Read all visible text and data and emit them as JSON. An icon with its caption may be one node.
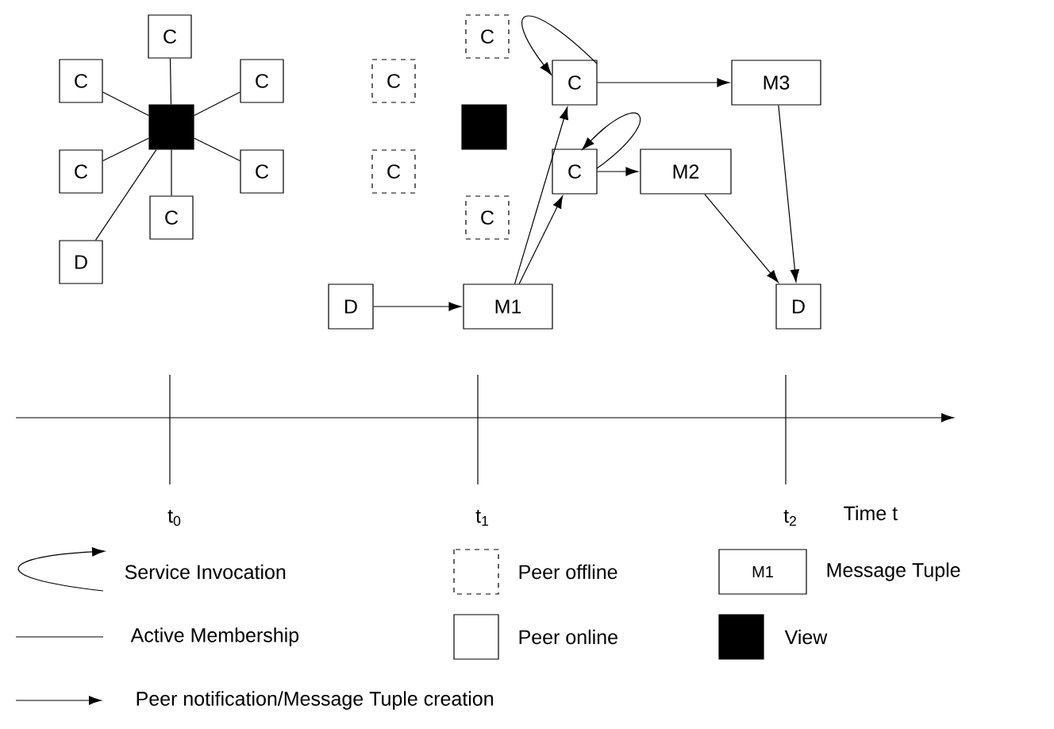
{
  "diagram": {
    "nodes": [
      {
        "text": [
          "C"
        ]
      },
      {
        "text": [
          "C"
        ]
      },
      {
        "text": [
          "C"
        ]
      },
      {
        "text": [],
        "shape": "box"
      },
      {
        "text": [
          "C"
        ]
      },
      {
        "text": [
          "C"
        ]
      },
      {
        "text": [
          "C"
        ]
      },
      {
        "text": [
          "D"
        ]
      },
      {
        "text": [
          "C"
        ]
      },
      {
        "text": [
          "C"
        ]
      },
      {
        "text": [
          "C"
        ]
      },
      {
        "text": [
          "M3"
        ]
      },
      {
        "text": [],
        "shape": "box"
      },
      {
        "text": [
          "C"
        ]
      },
      {
        "text": [
          "C"
        ]
      },
      {
        "text": [
          "M2"
        ]
      },
      {
        "text": [
          "C"
        ]
      },
      {
        "text": [
          "D"
        ]
      },
      {
        "text": [
          "M1"
        ]
      },
      {
        "text": [
          "D"
        ]
      }
    ],
    "edges": [
      {
        "from": 3,
        "to": 0,
        "arrow": "none"
      },
      {
        "from": 3,
        "to": 1,
        "arrow": "none"
      },
      {
        "from": 3,
        "to": 2,
        "arrow": "none"
      },
      {
        "from": 3,
        "to": 4,
        "arrow": "none"
      },
      {
        "from": 3,
        "to": 5,
        "arrow": "none"
      },
      {
        "from": 3,
        "to": 6,
        "arrow": "none"
      },
      {
        "from": 3,
        "to": 7,
        "arrow": "none"
      },
      {
        "from": 10,
        "to": 10,
        "arrow": "to"
      },
      {
        "from": 10,
        "to": 11,
        "arrow": "to"
      },
      {
        "from": 14,
        "to": 14,
        "arrow": "to"
      },
      {
        "from": 14,
        "to": 15,
        "arrow": "to"
      },
      {
        "from": 17,
        "to": 18,
        "arrow": "to"
      },
      {
        "from": 18,
        "to": 10,
        "arrow": "to"
      },
      {
        "from": 18,
        "to": 14,
        "arrow": "to"
      },
      {
        "from": 11,
        "to": 19,
        "arrow": "to"
      },
      {
        "from": 15,
        "to": 19,
        "arrow": "to"
      }
    ],
    "labels": [
      "t$_{0}$",
      "t$_{1}$",
      "t$_{2}$",
      "Time t",
      "M1"
    ],
    "legend": [
      {
        "text": "Service Invocation"
      },
      {
        "text": "Peer offline"
      },
      {
        "text": "Message Tuple"
      },
      {
        "text": "Active Membership"
      },
      {
        "text": "Peer online"
      },
      {
        "text": "View",
        "color": "#000000"
      },
      {
        "text": "Peer notification/Message Tuple creation"
      }
    ]
  }
}
